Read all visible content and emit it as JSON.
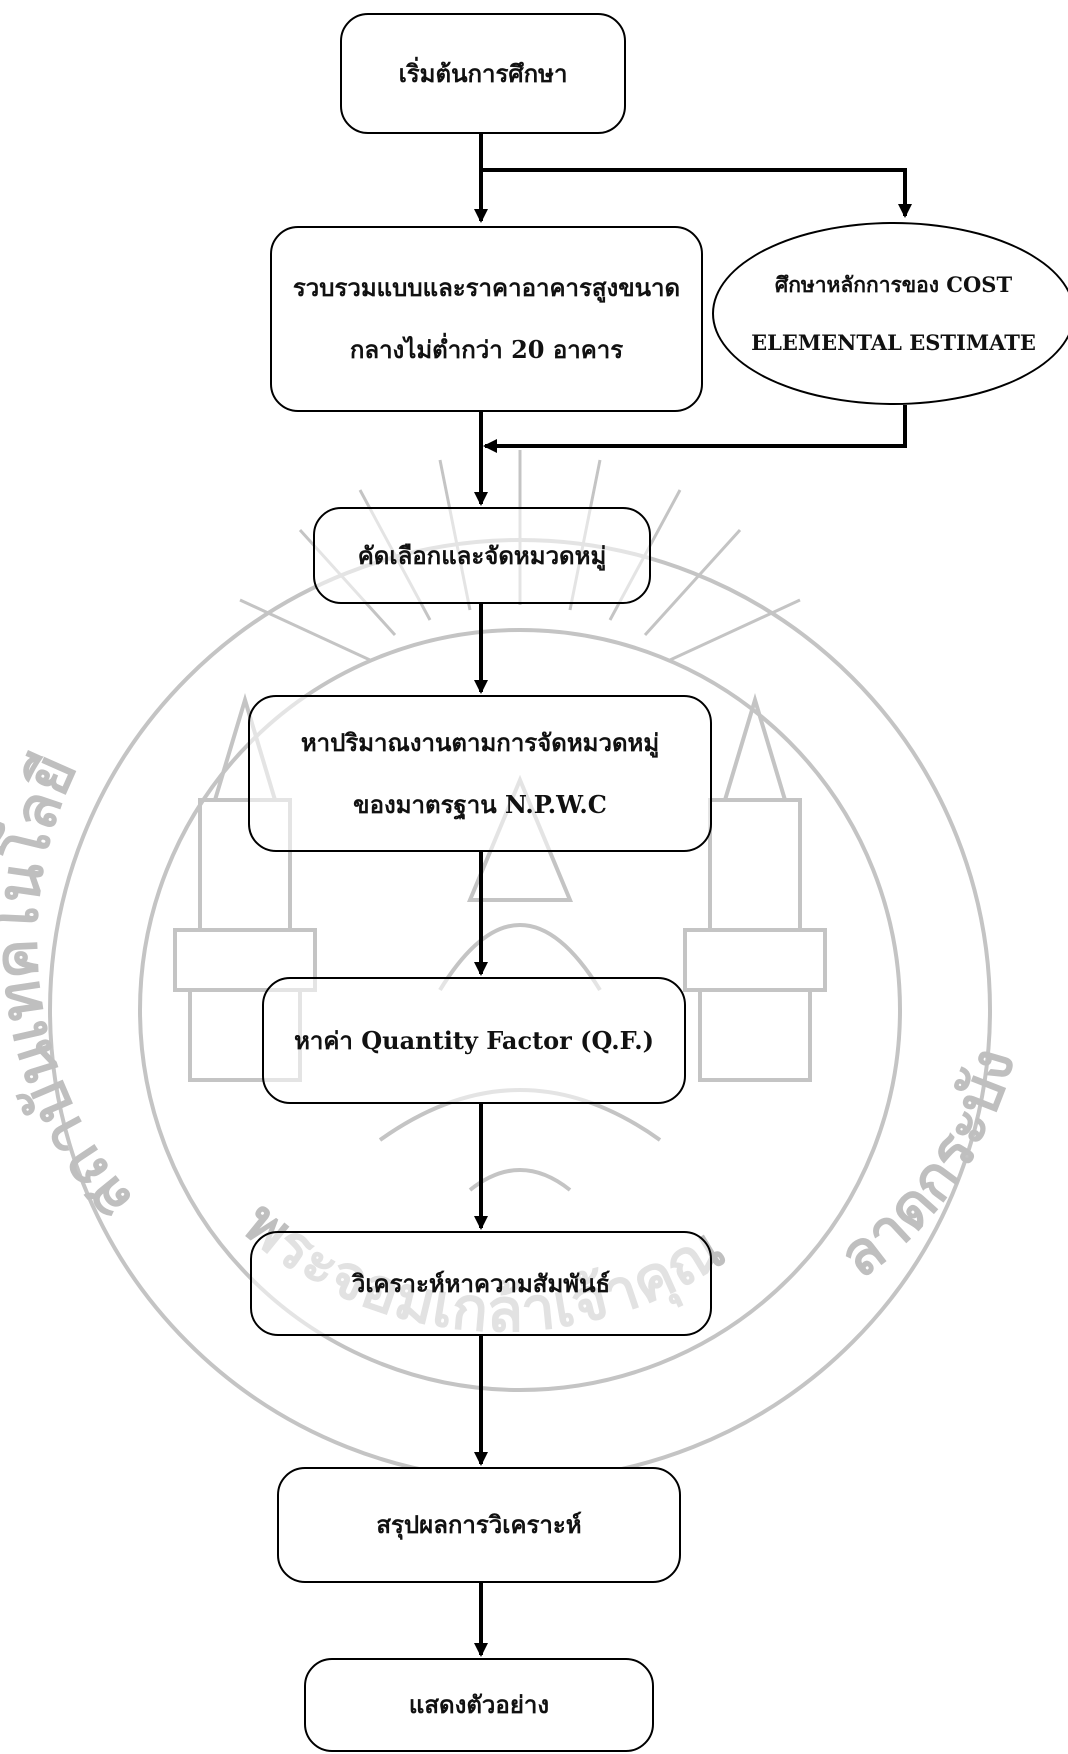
{
  "flowchart": {
    "nodes": {
      "start": {
        "lines": [
          "เริ่มต้นการศึกษา"
        ]
      },
      "collect": {
        "lines": [
          "รวบรวมแบบและราคาอาคารสูงขนาด",
          "กลางไม่ต่ำกว่า 20 อาคาร"
        ]
      },
      "study": {
        "lines": [
          "ศึกษาหลักการของ COST",
          "ELEMENTAL ESTIMATE"
        ]
      },
      "select": {
        "lines": [
          "คัดเลือกและจัดหมวดหมู่"
        ]
      },
      "quantity": {
        "lines": [
          "หาปริมาณงานตามการจัดหมวดหมู่",
          "ของมาตรฐาน N.P.W.C"
        ]
      },
      "qf": {
        "lines": [
          "หาค่า Quantity Factor (Q.F.)"
        ]
      },
      "analyze": {
        "lines": [
          "วิเคราะห์หาความสัมพันธ์"
        ]
      },
      "summary": {
        "lines": [
          "สรุปผลการวิเคราะห์"
        ]
      },
      "example": {
        "lines": [
          "แสดงตัวอย่าง"
        ]
      }
    }
  },
  "watermark": {
    "left_arc_text": "สถาบันเทคโนโลยี",
    "bottom_arc_text": "พระจอมเกล้าเจ้าคุณทหาร",
    "right_arc_text": "ลาดกระบัง"
  },
  "colors": {
    "stroke": "#000000",
    "watermark": "#bfbfbf",
    "background": "#ffffff"
  }
}
